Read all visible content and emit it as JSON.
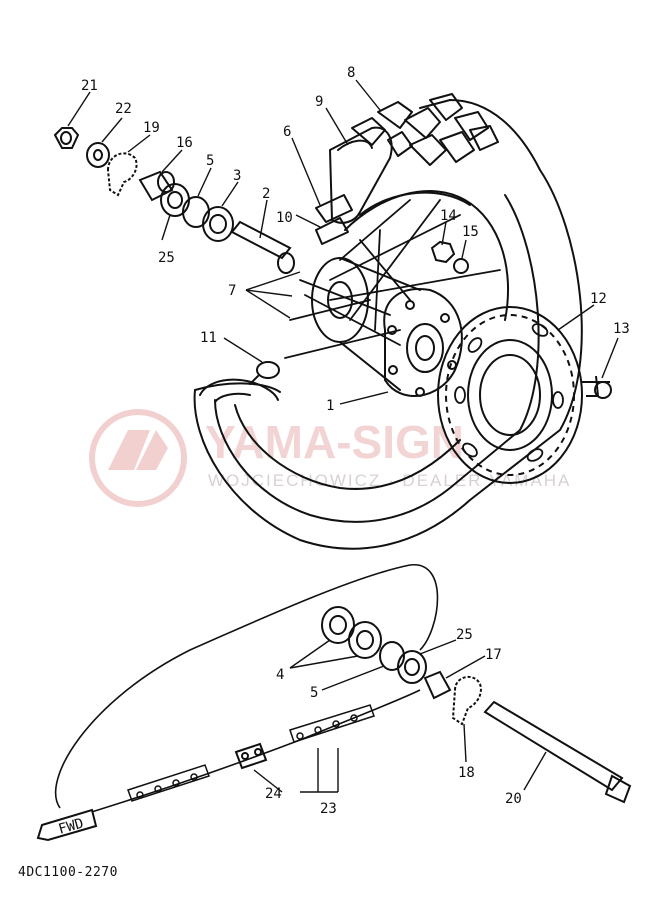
{
  "diagram": {
    "part_code": "4DC1100-2270",
    "fwd_label": "FWD",
    "watermark": {
      "main": "YAMA-SIGN",
      "sub": "WOJCIECHOWICZ · DEALER YAMAHA"
    },
    "callouts": {
      "c1": "1",
      "c2": "2",
      "c3": "3",
      "c4": "4",
      "c5a": "5",
      "c5b": "5",
      "c6": "6",
      "c7": "7",
      "c8": "8",
      "c9": "9",
      "c10": "10",
      "c11": "11",
      "c12": "12",
      "c13": "13",
      "c14": "14",
      "c15": "15",
      "c16": "16",
      "c17": "17",
      "c18": "18",
      "c19": "19",
      "c20": "20",
      "c21": "21",
      "c22": "22",
      "c23": "23",
      "c24": "24",
      "c25a": "25",
      "c25b": "25"
    }
  }
}
